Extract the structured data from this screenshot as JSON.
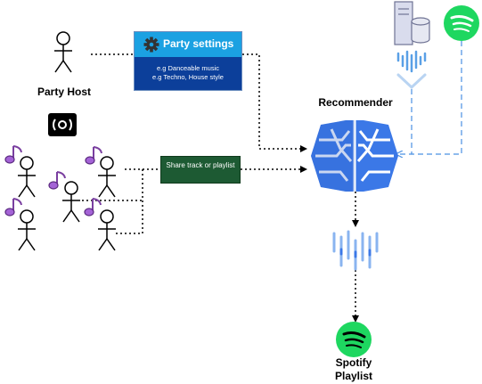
{
  "party_host": {
    "label": "Party Host"
  },
  "party_settings": {
    "title": "Party settings",
    "example_line1": "e.g Danceable music",
    "example_line2": "e.g Techno, House style"
  },
  "share": {
    "label": "Share track or playlist"
  },
  "recommender": {
    "label": "Recommender"
  },
  "output": {
    "label": "Spotify Playlist"
  },
  "colors": {
    "settings_header": "#1ba1e2",
    "settings_body": "#0c3f9a",
    "share_box": "#1d5a33",
    "spotify_green": "#1ed760",
    "music_note": "#7a3fa0",
    "brain_blue": "#3b78e7",
    "dashed_blue": "#4a90e2"
  },
  "icons": [
    "person-icon",
    "speaker-icon",
    "music-note-icon",
    "gear-icon",
    "database-server-icon",
    "spotify-logo-icon",
    "funnel-icon",
    "brain-icon",
    "dataflow-icon"
  ]
}
